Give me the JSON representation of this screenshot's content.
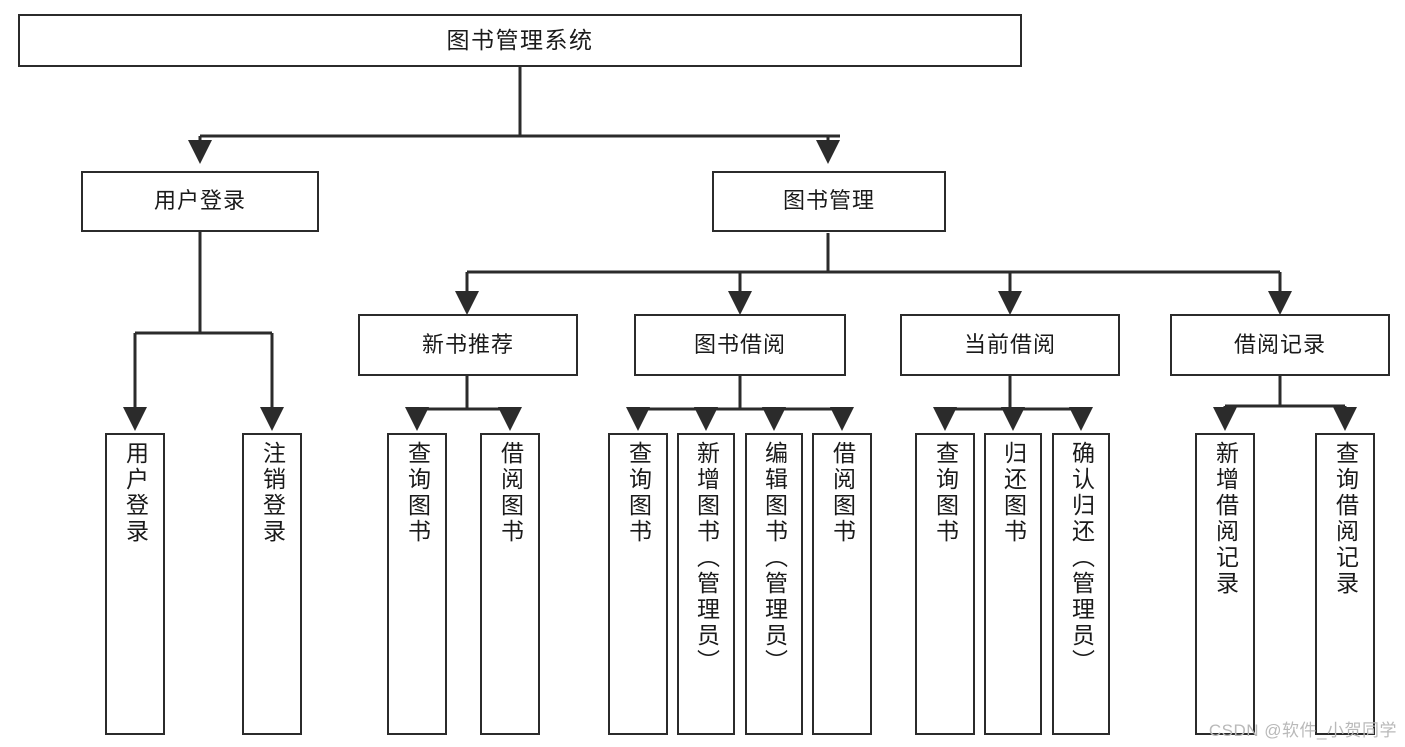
{
  "diagram": {
    "title": "图书管理系统",
    "type": "tree-hierarchy",
    "watermark": "CSDN @软件_小贺同学",
    "colors": {
      "background": "#ffffff",
      "box_border": "#2b2b2b",
      "box_fill": "#ffffff",
      "edge": "#2b2b2b",
      "text": "#1a1a1a",
      "watermark": "#b9b9b9"
    },
    "nodes": {
      "root": {
        "label": "图书管理系统",
        "level": 1
      },
      "user_login": {
        "label": "用户登录",
        "level": 2
      },
      "book_mgmt": {
        "label": "图书管理",
        "level": 2
      },
      "new_book_rec": {
        "label": "新书推荐",
        "level": 3
      },
      "book_borrow": {
        "label": "图书借阅",
        "level": 3
      },
      "current_borrow": {
        "label": "当前借阅",
        "level": 3
      },
      "borrow_record": {
        "label": "借阅记录",
        "level": 3
      },
      "leaf_user_login": {
        "label": "用户登录",
        "level": 3
      },
      "leaf_logout": {
        "label": "注销登录",
        "level": 3
      },
      "leaf_query_book_a": {
        "label": "查询图书",
        "level": 4
      },
      "leaf_borrow_book_a": {
        "label": "借阅图书",
        "level": 4
      },
      "leaf_query_book_b": {
        "label": "查询图书",
        "level": 4
      },
      "leaf_add_book": {
        "label": "新增图书（管理员）",
        "level": 4
      },
      "leaf_edit_book": {
        "label": "编辑图书（管理员）",
        "level": 4
      },
      "leaf_borrow_book_b": {
        "label": "借阅图书",
        "level": 4
      },
      "leaf_query_book_c": {
        "label": "查询图书",
        "level": 4
      },
      "leaf_return_book": {
        "label": "归还图书",
        "level": 4
      },
      "leaf_confirm_return": {
        "label": "确认归还（管理员）",
        "level": 4
      },
      "leaf_add_record": {
        "label": "新增借阅记录",
        "level": 4
      },
      "leaf_query_record": {
        "label": "查询借阅记录",
        "level": 4
      }
    },
    "edges": [
      {
        "from": "root",
        "to": "user_login"
      },
      {
        "from": "root",
        "to": "book_mgmt"
      },
      {
        "from": "user_login",
        "to": "leaf_user_login"
      },
      {
        "from": "user_login",
        "to": "leaf_logout"
      },
      {
        "from": "book_mgmt",
        "to": "new_book_rec"
      },
      {
        "from": "book_mgmt",
        "to": "book_borrow"
      },
      {
        "from": "book_mgmt",
        "to": "current_borrow"
      },
      {
        "from": "book_mgmt",
        "to": "borrow_record"
      },
      {
        "from": "new_book_rec",
        "to": "leaf_query_book_a"
      },
      {
        "from": "new_book_rec",
        "to": "leaf_borrow_book_a"
      },
      {
        "from": "book_borrow",
        "to": "leaf_query_book_b"
      },
      {
        "from": "book_borrow",
        "to": "leaf_add_book"
      },
      {
        "from": "book_borrow",
        "to": "leaf_edit_book"
      },
      {
        "from": "book_borrow",
        "to": "leaf_borrow_book_b"
      },
      {
        "from": "current_borrow",
        "to": "leaf_query_book_c"
      },
      {
        "from": "current_borrow",
        "to": "leaf_return_book"
      },
      {
        "from": "current_borrow",
        "to": "leaf_confirm_return"
      },
      {
        "from": "borrow_record",
        "to": "leaf_add_record"
      },
      {
        "from": "borrow_record",
        "to": "leaf_query_record"
      }
    ]
  }
}
